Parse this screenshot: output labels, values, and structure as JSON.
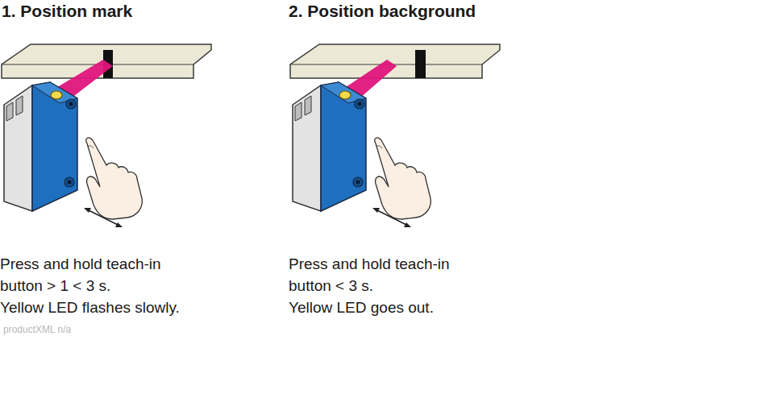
{
  "diagram": {
    "labels": [
      "1. Position mark",
      "Press and hold teach-in button > 1 < 3 s.",
      "Yellow LED flashes slowly.",
      "productXML n/a",
      "2. Position background",
      "Press and hold teach-in button < 3 s.",
      "Yellow LED goes out."
    ]
  }
}
